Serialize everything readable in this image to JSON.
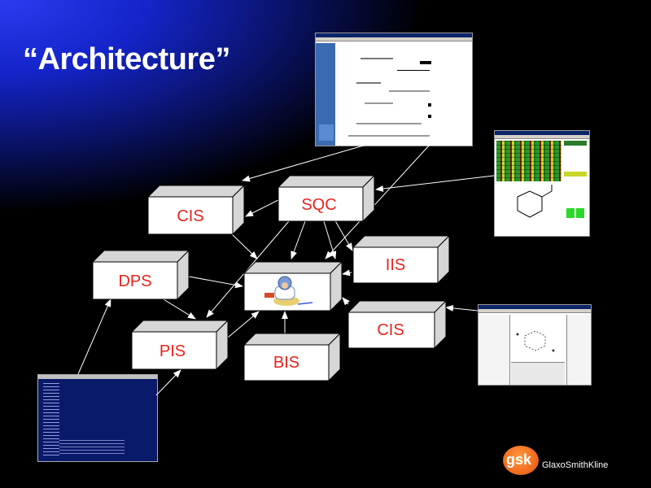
{
  "slide": {
    "title": "“Architecture”"
  },
  "diagram": {
    "boxes": {
      "cis_top": "CIS",
      "sqc": "SQC",
      "iis": "IIS",
      "dps": "DPS",
      "cis_right": "CIS",
      "pis": "PIS",
      "bis": "BIS"
    },
    "box_face_color": "#ffffff",
    "box_shade_color": "#d6d6d6",
    "arrow_color": "#ffffff",
    "label_color": "#e8231c"
  },
  "logo": {
    "mark": "gsk",
    "wordmark": "GlaxoSmithKline",
    "color": "#f36f21"
  }
}
